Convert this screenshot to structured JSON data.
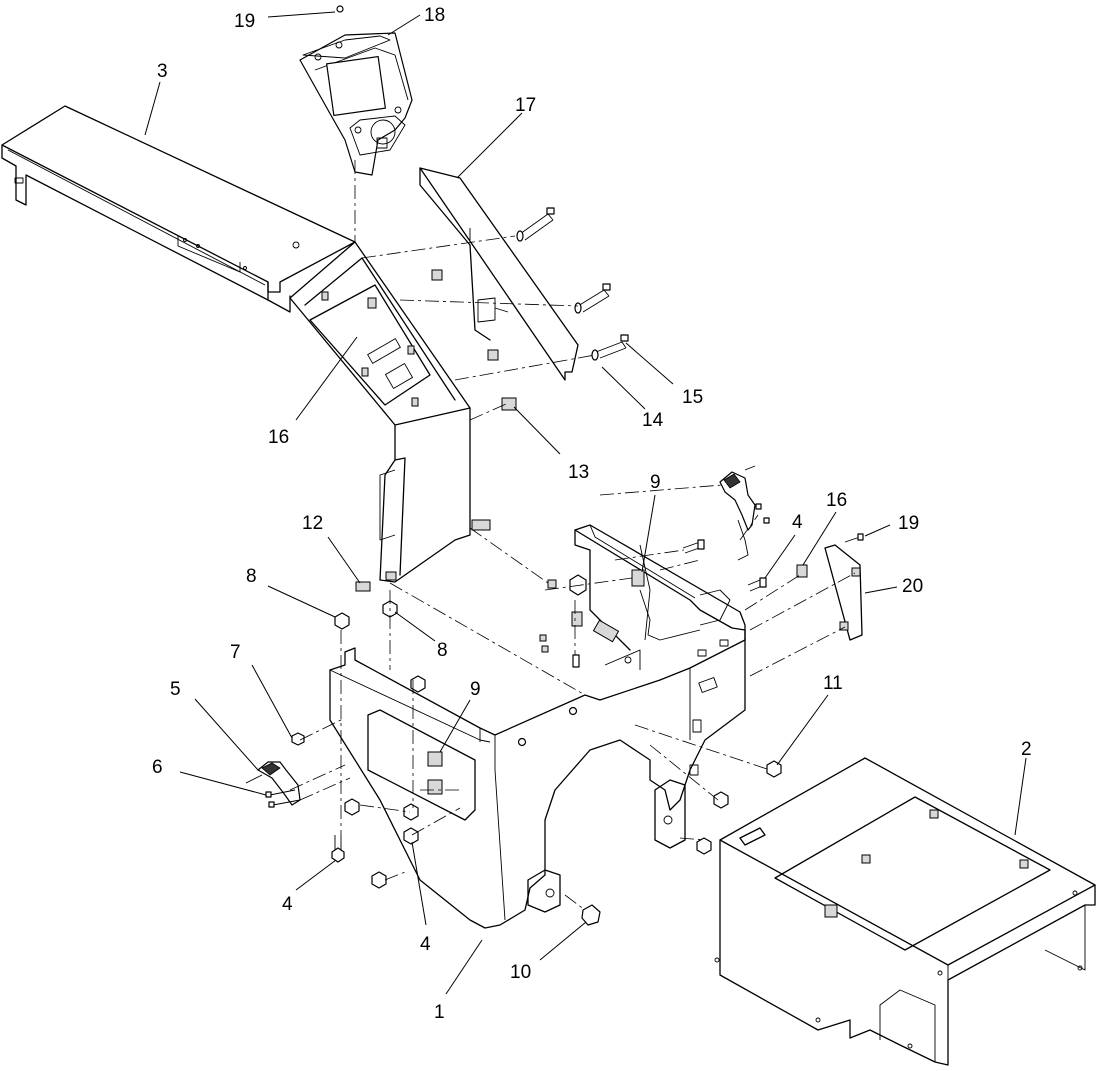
{
  "callouts": [
    {
      "id": "c19a",
      "text": "19"
    },
    {
      "id": "c18",
      "text": "18"
    },
    {
      "id": "c3",
      "text": "3"
    },
    {
      "id": "c17",
      "text": "17"
    },
    {
      "id": "c15",
      "text": "15"
    },
    {
      "id": "c14",
      "text": "14"
    },
    {
      "id": "c16a",
      "text": "16"
    },
    {
      "id": "c13",
      "text": "13"
    },
    {
      "id": "c9a",
      "text": "9"
    },
    {
      "id": "c4a",
      "text": "4"
    },
    {
      "id": "c16b",
      "text": "16"
    },
    {
      "id": "c19b",
      "text": "19"
    },
    {
      "id": "c20",
      "text": "20"
    },
    {
      "id": "c12",
      "text": "12"
    },
    {
      "id": "c8a",
      "text": "8"
    },
    {
      "id": "c8b",
      "text": "8"
    },
    {
      "id": "c7",
      "text": "7"
    },
    {
      "id": "c5",
      "text": "5"
    },
    {
      "id": "c9b",
      "text": "9"
    },
    {
      "id": "c11",
      "text": "11"
    },
    {
      "id": "c2",
      "text": "2"
    },
    {
      "id": "c6",
      "text": "6"
    },
    {
      "id": "c4b",
      "text": "4"
    },
    {
      "id": "c4c",
      "text": "4"
    },
    {
      "id": "c10",
      "text": "10"
    },
    {
      "id": "c1",
      "text": "1"
    }
  ]
}
